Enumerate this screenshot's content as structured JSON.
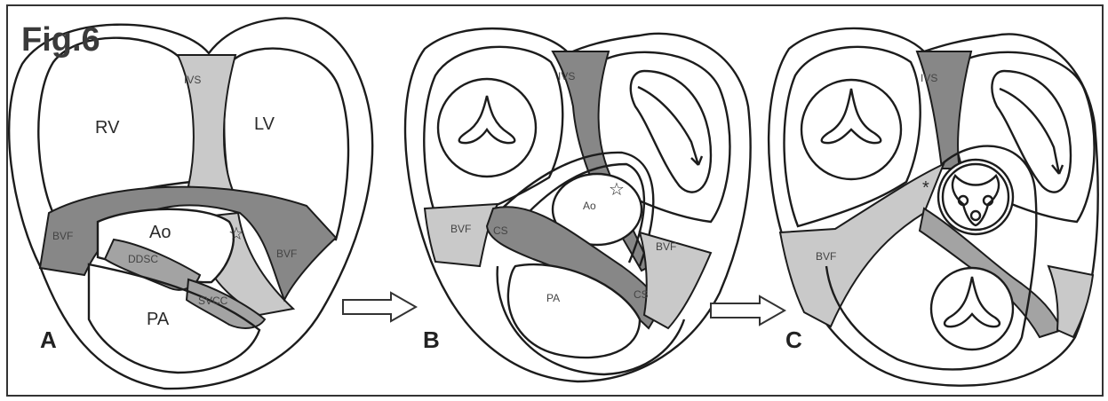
{
  "title": "Fig.6",
  "panels": {
    "a": {
      "letter": "A",
      "labels": {
        "ivs": "IVS",
        "rv": "RV",
        "lv": "LV",
        "bvf_left": "BVF",
        "ao": "Ao",
        "star": "☆",
        "bvf_right": "BVF",
        "ddsc": "DDSC",
        "pa": "PA",
        "svcc": "SVCC"
      }
    },
    "b": {
      "letter": "B",
      "labels": {
        "ivs": "IVS",
        "ao": "Ao",
        "star": "☆",
        "bvf_left": "BVF",
        "cs_upper": "CS",
        "bvf_right": "BVF",
        "pa": "PA",
        "cs_lower": "CS"
      }
    },
    "c": {
      "letter": "C",
      "labels": {
        "ivs": "IVS",
        "star": "*",
        "bvf": "BVF"
      }
    }
  },
  "arrows": [
    "right-arrow",
    "right-arrow"
  ],
  "colors": {
    "dark_fill": "#878787",
    "mid_fill": "#a3a3a3",
    "light_fill": "#c9c9c9",
    "line": "#1c1c1c"
  }
}
